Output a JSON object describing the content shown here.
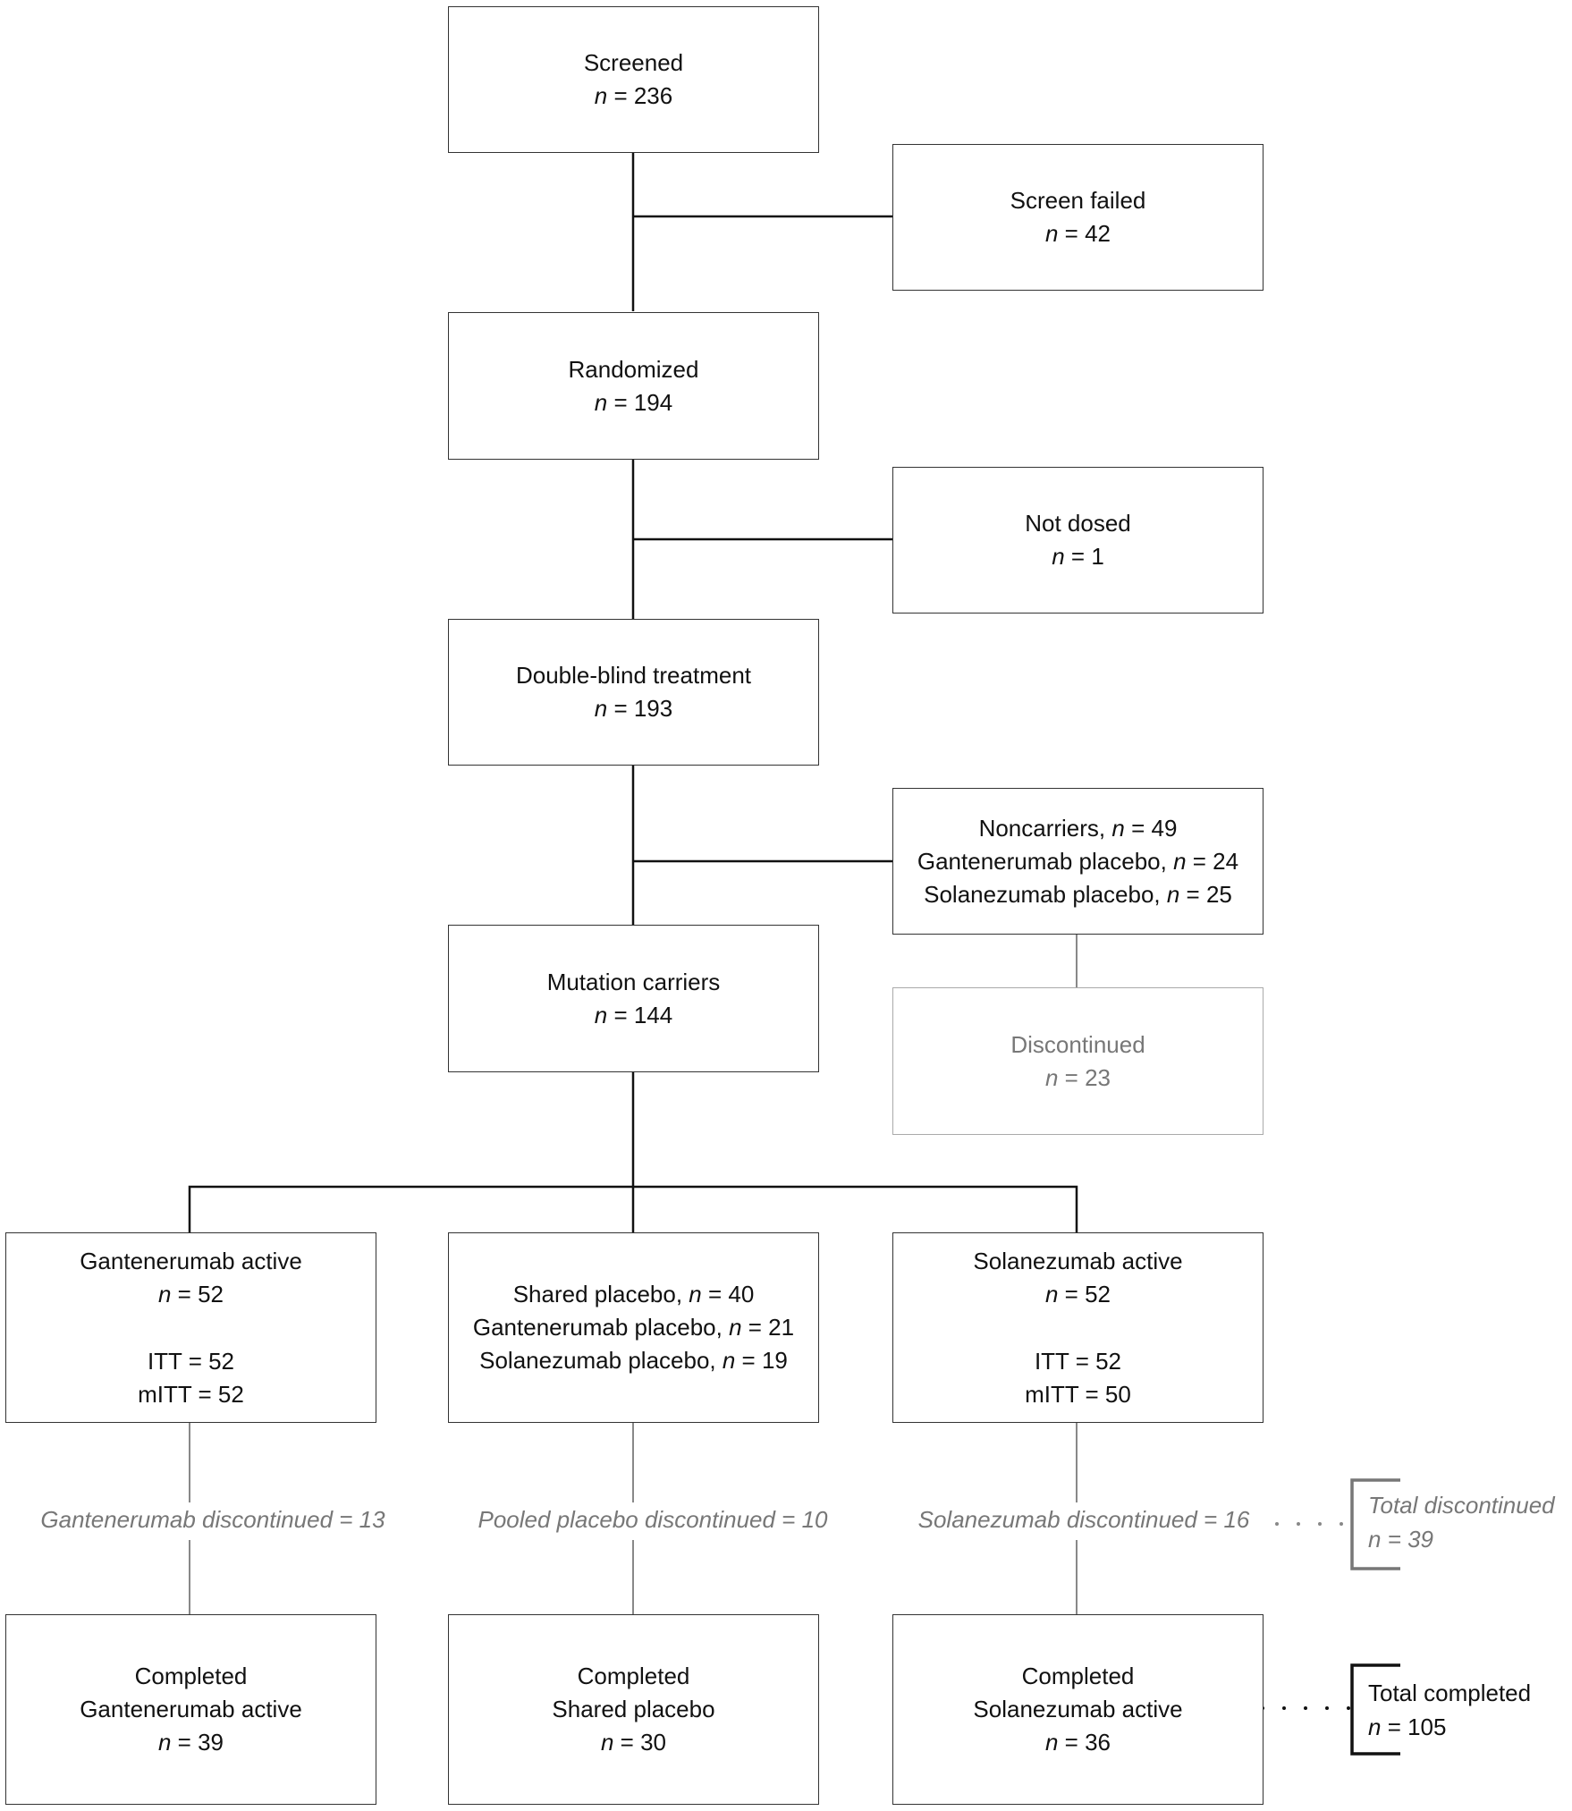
{
  "screened": {
    "label": "Screened",
    "n_prefix": "n",
    "n_suffix": " = 236"
  },
  "screen_failed": {
    "label": "Screen failed",
    "n_prefix": "n",
    "n_suffix": " = 42"
  },
  "randomized": {
    "label": "Randomized",
    "n_prefix": "n",
    "n_suffix": " = 194"
  },
  "not_dosed": {
    "label": "Not dosed",
    "n_prefix": "n",
    "n_suffix": " = 1"
  },
  "double_blind": {
    "label": "Double-blind treatment",
    "n_prefix": "n",
    "n_suffix": " = 193"
  },
  "noncarriers": {
    "line1_text": "Noncarriers, ",
    "line1_n": "n",
    "line1_suffix": " = 49",
    "line2_text": "Gantenerumab placebo, ",
    "line2_n": "n",
    "line2_suffix": " = 24",
    "line3_text": "Solanezumab placebo, ",
    "line3_n": "n",
    "line3_suffix": " = 25"
  },
  "mutation_carriers": {
    "label": "Mutation carriers",
    "n_prefix": "n",
    "n_suffix": " = 144"
  },
  "discontinued_noncarriers": {
    "label": "Discontinued",
    "n_prefix": "n",
    "n_suffix": " = 23"
  },
  "gantenerumab_active": {
    "label": "Gantenerumab active",
    "n_prefix": "n",
    "n_suffix": " = 52",
    "itt": "ITT = 52",
    "mitt": "mITT = 52"
  },
  "shared_placebo": {
    "line1_text": "Shared placebo, ",
    "line1_n": "n",
    "line1_suffix": " = 40",
    "line2_text": "Gantenerumab placebo, ",
    "line2_n": "n",
    "line2_suffix": " = 21",
    "line3_text": "Solanezumab placebo, ",
    "line3_n": "n",
    "line3_suffix": " = 19"
  },
  "solanezumab_active": {
    "label": "Solanezumab active",
    "n_prefix": "n",
    "n_suffix": " = 52",
    "itt": "ITT = 52",
    "mitt": "mITT = 50"
  },
  "discontinued_labels": {
    "gantenerumab": "Gantenerumab discontinued = 13",
    "placebo": "Pooled placebo discontinued = 10",
    "solanezumab": "Solanezumab discontinued = 16"
  },
  "total_discontinued": {
    "label": "Total discontinued",
    "n_prefix": "n",
    "n_suffix": " = 39"
  },
  "completed_gantenerumab": {
    "line1": "Completed",
    "line2": "Gantenerumab active",
    "n_prefix": "n",
    "n_suffix": " = 39"
  },
  "completed_placebo": {
    "line1": "Completed",
    "line2": "Shared placebo",
    "n_prefix": "n",
    "n_suffix": " = 30"
  },
  "completed_solanezumab": {
    "line1": "Completed",
    "line2": "Solanezumab active",
    "n_prefix": "n",
    "n_suffix": " = 36"
  },
  "total_completed": {
    "label": "Total completed",
    "n_prefix": "n",
    "n_suffix": " = 105"
  }
}
